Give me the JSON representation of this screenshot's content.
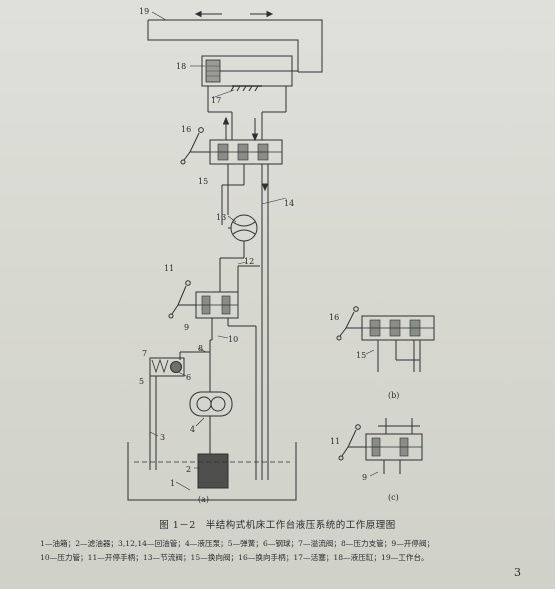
{
  "labels": {
    "n19": "19",
    "n18": "18",
    "n17": "17",
    "n16": "16",
    "n15": "15",
    "n14": "14",
    "n13": "13",
    "n12": "12",
    "n11": "11",
    "n10": "10",
    "n9": "9",
    "n8": "8",
    "n7": "7",
    "n6": "6",
    "n5": "5",
    "n4": "4",
    "n3": "3",
    "n2": "2",
    "n1": "1",
    "b16": "16",
    "b15": "15",
    "c11": "11",
    "c9": "9"
  },
  "sublabels": {
    "a": "(a)",
    "b": "(b)",
    "c": "(c)"
  },
  "caption": "图 1－2　半结构式机床工作台液压系统的工作原理图",
  "legend": [
    "1—油箱；2—滤油器；3,12,14—回油管；4—液压泵；5—弹簧；6—钢球；7—溢流阀；8—压力支管；9—开停阀；",
    "10—压力管；11—开停手柄；13—节流阀；15—换向阀；16—换向手柄；17—活塞；18—液压缸；19—工作台。"
  ],
  "page_number": "3"
}
